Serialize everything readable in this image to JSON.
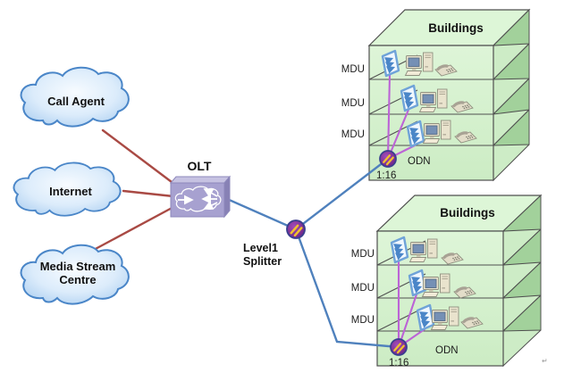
{
  "clouds": [
    {
      "label": "Call Agent"
    },
    {
      "label": "Internet"
    },
    {
      "label_line1": "Media Stream",
      "label_line2": "Centre"
    }
  ],
  "olt": {
    "label": "OLT"
  },
  "level1_splitter": {
    "label_line1": "Level1",
    "label_line2": "Splitter"
  },
  "buildings": [
    {
      "title": "Buildings",
      "floor_labels": [
        "MDU",
        "MDU",
        "MDU"
      ],
      "odn": {
        "label": "ODN",
        "split_ratio": "1:16"
      }
    },
    {
      "title": "Buildings",
      "floor_labels": [
        "MDU",
        "MDU",
        "MDU"
      ],
      "odn": {
        "label": "ODN",
        "split_ratio": "1:16"
      }
    }
  ],
  "colors": {
    "cloud_fill": "#dcecfb",
    "cloud_stroke": "#4a86c8",
    "red_link": "#a94a44",
    "blue_link": "#4f81bd",
    "purple_link": "#bc64d6",
    "building_front": "#d8f3d2",
    "building_side_light": "#cdecc6",
    "building_side_dark": "#a2d19b",
    "building_top": "#ddf6d7",
    "olt_front": "#a7a1d0",
    "splitter_fill": "#7a3091",
    "splitter_stripe": "#f2c12e"
  },
  "stray_mark": "↵"
}
